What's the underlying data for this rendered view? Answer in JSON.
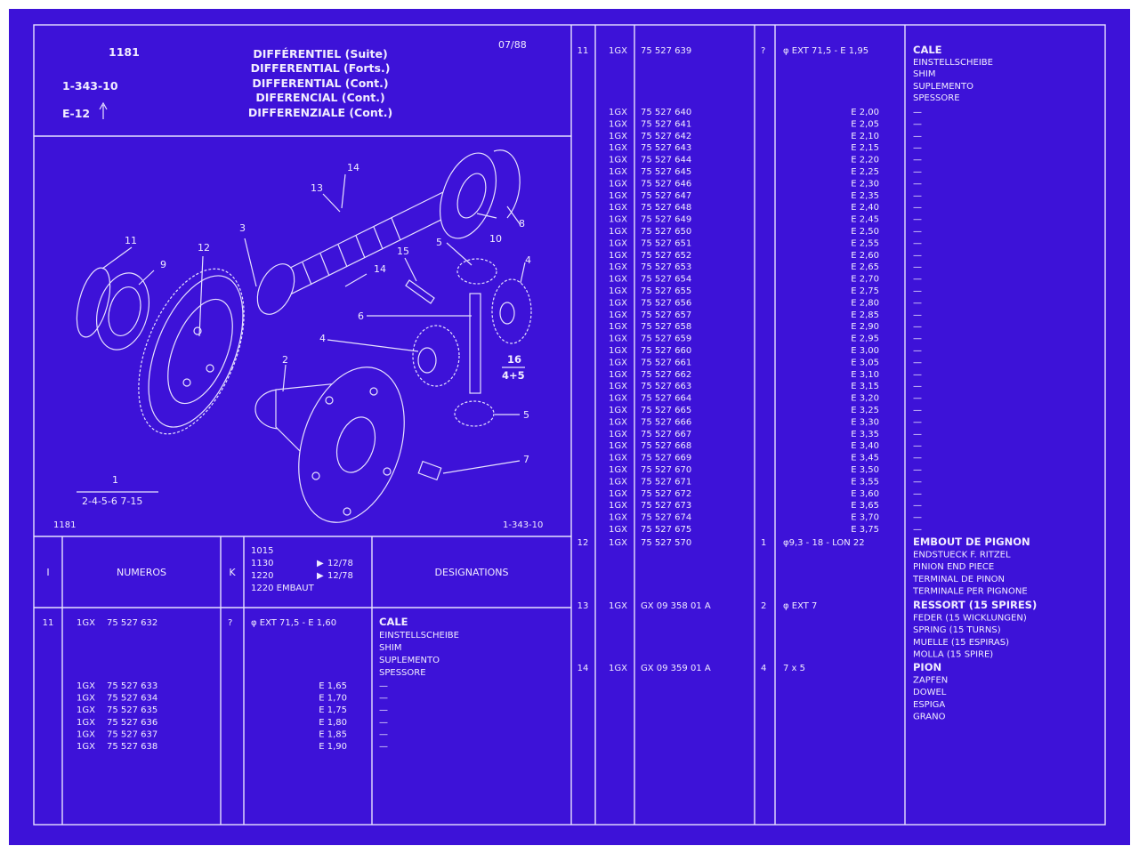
{
  "header": {
    "ref": "1181",
    "date": "07/88",
    "code": "1-343-10",
    "edition": "E-12",
    "titles": [
      "DIFFÉRENTIEL (Suite)",
      "DIFFERENTIAL (Forts.)",
      "DIFFERENTIAL (Cont.)",
      "DIFERENCIAL (Cont.)",
      "DIFFERENZIALE (Cont.)"
    ]
  },
  "diagram": {
    "footer_left": "1181",
    "footer_right": "1-343-10",
    "callouts": [
      "1",
      "2",
      "3",
      "4",
      "4",
      "5",
      "5",
      "6",
      "7",
      "8",
      "9",
      "10",
      "11",
      "12",
      "13",
      "14",
      "14",
      "15"
    ],
    "group_label_top": "1",
    "group_label_bottom": "2-4-5-6 7-15",
    "ratio_top": "16",
    "ratio_bottom": "4+5"
  },
  "table_header": {
    "col_index": "I",
    "col_numbers": "NUMEROS",
    "col_k": "K",
    "models": [
      "1015",
      "1130",
      "1220",
      "1220 EMBAUT"
    ],
    "model_dates": [
      "12/78",
      "12/78"
    ],
    "col_designations": "DESIGNATIONS"
  },
  "left_rows": {
    "first": {
      "index": "11",
      "prefix": "1GX",
      "part": "75 527 632",
      "k": "?",
      "spec": "φ EXT 71,5 - E 1,60"
    },
    "designations": [
      "CALE",
      "EINSTELLSCHEIBE",
      "SHIM",
      "SUPLEMENTO",
      "SPESSORE"
    ],
    "more": [
      {
        "prefix": "1GX",
        "part": "75 527 633",
        "spec": "E 1,65",
        "dash": "—"
      },
      {
        "prefix": "1GX",
        "part": "75 527 634",
        "spec": "E 1,70",
        "dash": "—"
      },
      {
        "prefix": "1GX",
        "part": "75 527 635",
        "spec": "E 1,75",
        "dash": "—"
      },
      {
        "prefix": "1GX",
        "part": "75 527 636",
        "spec": "E 1,80",
        "dash": "—"
      },
      {
        "prefix": "1GX",
        "part": "75 527 637",
        "spec": "E 1,85",
        "dash": "—"
      },
      {
        "prefix": "1GX",
        "part": "75 527 638",
        "spec": "E 1,90",
        "dash": "—"
      }
    ]
  },
  "right_rows": {
    "first": {
      "index": "11",
      "prefix": "1GX",
      "part": "75 527 639",
      "k": "?",
      "spec": "φ EXT 71,5 - E 1,95"
    },
    "designations": [
      "CALE",
      "EINSTELLSCHEIBE",
      "SHIM",
      "SUPLEMENTO",
      "SPESSORE"
    ],
    "shims": [
      {
        "prefix": "1GX",
        "part": "75 527 640",
        "spec": "E 2,00",
        "dash": "—"
      },
      {
        "prefix": "1GX",
        "part": "75 527 641",
        "spec": "E 2,05",
        "dash": "—"
      },
      {
        "prefix": "1GX",
        "part": "75 527 642",
        "spec": "E 2,10",
        "dash": "—"
      },
      {
        "prefix": "1GX",
        "part": "75 527 643",
        "spec": "E 2,15",
        "dash": "—"
      },
      {
        "prefix": "1GX",
        "part": "75 527 644",
        "spec": "E 2,20",
        "dash": "—"
      },
      {
        "prefix": "1GX",
        "part": "75 527 645",
        "spec": "E 2,25",
        "dash": "—"
      },
      {
        "prefix": "1GX",
        "part": "75 527 646",
        "spec": "E 2,30",
        "dash": "—"
      },
      {
        "prefix": "1GX",
        "part": "75 527 647",
        "spec": "E 2,35",
        "dash": "—"
      },
      {
        "prefix": "1GX",
        "part": "75 527 648",
        "spec": "E 2,40",
        "dash": "—"
      },
      {
        "prefix": "1GX",
        "part": "75 527 649",
        "spec": "E 2,45",
        "dash": "—"
      },
      {
        "prefix": "1GX",
        "part": "75 527 650",
        "spec": "E 2,50",
        "dash": "—"
      },
      {
        "prefix": "1GX",
        "part": "75 527 651",
        "spec": "E 2,55",
        "dash": "—"
      },
      {
        "prefix": "1GX",
        "part": "75 527 652",
        "spec": "E 2,60",
        "dash": "—"
      },
      {
        "prefix": "1GX",
        "part": "75 527 653",
        "spec": "E 2,65",
        "dash": "—"
      },
      {
        "prefix": "1GX",
        "part": "75 527 654",
        "spec": "E 2,70",
        "dash": "—"
      },
      {
        "prefix": "1GX",
        "part": "75 527 655",
        "spec": "E 2,75",
        "dash": "—"
      },
      {
        "prefix": "1GX",
        "part": "75 527 656",
        "spec": "E 2,80",
        "dash": "—"
      },
      {
        "prefix": "1GX",
        "part": "75 527 657",
        "spec": "E 2,85",
        "dash": "—"
      },
      {
        "prefix": "1GX",
        "part": "75 527 658",
        "spec": "E 2,90",
        "dash": "—"
      },
      {
        "prefix": "1GX",
        "part": "75 527 659",
        "spec": "E 2,95",
        "dash": "—"
      },
      {
        "prefix": "1GX",
        "part": "75 527 660",
        "spec": "E 3,00",
        "dash": "—"
      },
      {
        "prefix": "1GX",
        "part": "75 527 661",
        "spec": "E 3,05",
        "dash": "—"
      },
      {
        "prefix": "1GX",
        "part": "75 527 662",
        "spec": "E 3,10",
        "dash": "—"
      },
      {
        "prefix": "1GX",
        "part": "75 527 663",
        "spec": "E 3,15",
        "dash": "—"
      },
      {
        "prefix": "1GX",
        "part": "75 527 664",
        "spec": "E 3,20",
        "dash": "—"
      },
      {
        "prefix": "1GX",
        "part": "75 527 665",
        "spec": "E 3,25",
        "dash": "—"
      },
      {
        "prefix": "1GX",
        "part": "75 527 666",
        "spec": "E 3,30",
        "dash": "—"
      },
      {
        "prefix": "1GX",
        "part": "75 527 667",
        "spec": "E 3,35",
        "dash": "—"
      },
      {
        "prefix": "1GX",
        "part": "75 527 668",
        "spec": "E 3,40",
        "dash": "—"
      },
      {
        "prefix": "1GX",
        "part": "75 527 669",
        "spec": "E 3,45",
        "dash": "—"
      },
      {
        "prefix": "1GX",
        "part": "75 527 670",
        "spec": "E 3,50",
        "dash": "—"
      },
      {
        "prefix": "1GX",
        "part": "75 527 671",
        "spec": "E 3,55",
        "dash": "—"
      },
      {
        "prefix": "1GX",
        "part": "75 527 672",
        "spec": "E 3,60",
        "dash": "—"
      },
      {
        "prefix": "1GX",
        "part": "75 527 673",
        "spec": "E 3,65",
        "dash": "—"
      },
      {
        "prefix": "1GX",
        "part": "75 527 674",
        "spec": "E 3,70",
        "dash": "—"
      },
      {
        "prefix": "1GX",
        "part": "75 527 675",
        "spec": "E 3,75",
        "dash": "—"
      }
    ],
    "items": [
      {
        "index": "12",
        "prefix": "1GX",
        "part": "75 527 570",
        "k": "1",
        "spec": "φ9,3 - 18 - LON 22",
        "designations": [
          "EMBOUT DE PIGNON",
          "ENDSTUECK F. RITZEL",
          "PINION END PIECE",
          "TERMINAL DE PINON",
          "TERMINALE PER PIGNONE"
        ]
      },
      {
        "index": "13",
        "prefix": "1GX",
        "part": "GX 09 358 01 A",
        "k": "2",
        "spec": "φ EXT 7",
        "designations": [
          "RESSORT (15 SPIRES)",
          "FEDER (15 WICKLUNGEN)",
          "SPRING (15 TURNS)",
          "MUELLE (15 ESPIRAS)",
          "MOLLA (15 SPIRE)"
        ]
      },
      {
        "index": "14",
        "prefix": "1GX",
        "part": "GX 09 359 01 A",
        "k": "4",
        "spec": "7 x 5",
        "designations": [
          "PION",
          "ZAPFEN",
          "DOWEL",
          "ESPIGA",
          "GRANO"
        ]
      }
    ]
  },
  "colors": {
    "background": "#3d12d8",
    "ink": "#f1ecff",
    "frame": "#ffffff"
  }
}
